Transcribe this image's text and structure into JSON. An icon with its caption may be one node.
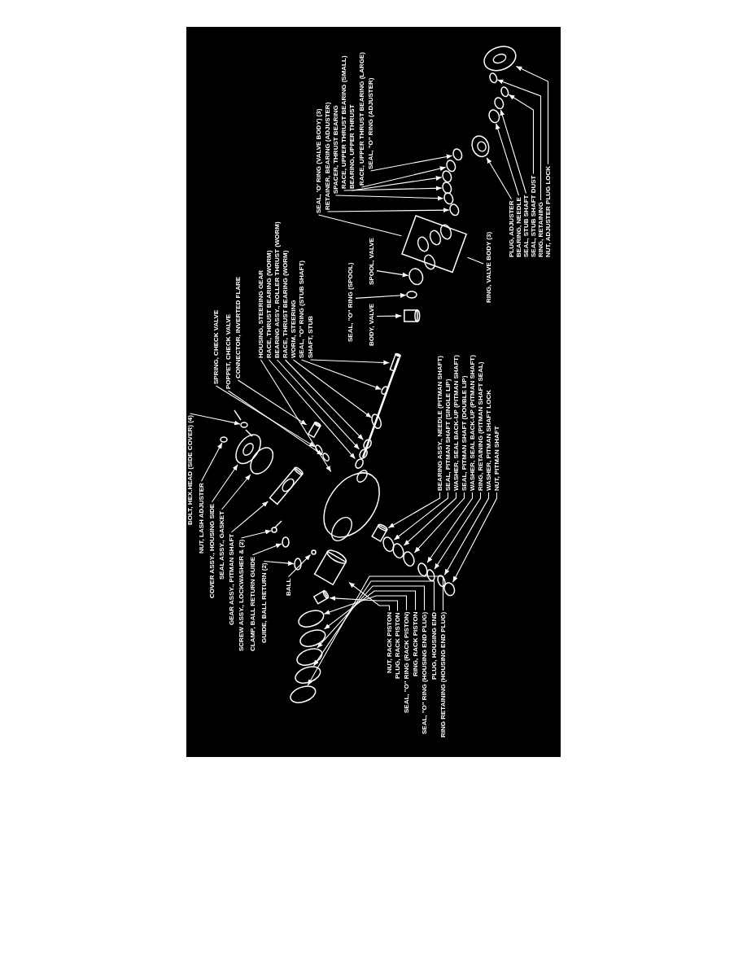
{
  "diagram": {
    "nodes": [
      {
        "text": [
          "BOLT, HEX.HEAD (SIDE COVER) (4)"
        ]
      },
      {
        "text": [
          "NUT, LASH ADJUSTER"
        ]
      },
      {
        "text": [
          "COVER ASSY., HOUSING SIDE"
        ]
      },
      {
        "text": [
          "SEAL ASSY., GASKET"
        ]
      },
      {
        "text": [
          "GEAR ASSY., PITMAN SHAFT"
        ]
      },
      {
        "text": [
          "SCREW ASSY., LOCKWASHER & (2)"
        ]
      },
      {
        "text": [
          "CLAMP, BALL RETURN GUIDE"
        ]
      },
      {
        "text": [
          "GUIDE, BALL RETURN (2)"
        ]
      },
      {
        "text": [
          "BALL"
        ]
      },
      {
        "text": [
          "NUT, RACK PISTON"
        ]
      },
      {
        "text": [
          "PLUG, RACK PISTON"
        ]
      },
      {
        "text": [
          "SEAL, \"O\" RING (RACK PISTON)"
        ]
      },
      {
        "text": [
          "RING, RACK PISTON"
        ]
      },
      {
        "text": [
          "SEAL, \"O\" RING (HOUSING END PLUG)"
        ]
      },
      {
        "text": [
          "PLUG, HOUSING END"
        ]
      },
      {
        "text": [
          "RING RETAINING (HOUSING END PLUG)"
        ]
      },
      {
        "text": [
          "SPRING, CHECK VALVE"
        ]
      },
      {
        "text": [
          "POPPET, CHECK VALVE"
        ]
      },
      {
        "text": [
          "CONNECTOR, INVERTED FLARE"
        ]
      },
      {
        "text": [
          "HOUSING, STEERING GEAR"
        ]
      },
      {
        "text": [
          "RACE, THRUST BEARING (WORM)"
        ]
      },
      {
        "text": [
          "BEARING ASSY., ROLLER THRUST (WORM)"
        ]
      },
      {
        "text": [
          "RACE, THRUST BEARING (WORM)"
        ]
      },
      {
        "text": [
          "WORM, STEERING"
        ]
      },
      {
        "text": [
          "SEAL, \"O\" RING (STUB SHAFT)"
        ]
      },
      {
        "text": [
          "SHAFT, STUB"
        ]
      },
      {
        "text": [
          "SEAL, \"O\" RING (SPOOL)"
        ]
      },
      {
        "text": [
          "BODY, VALVE"
        ]
      },
      {
        "text": [
          "SPOOL, VALVE"
        ]
      },
      {
        "text": [
          "SEAL, 'O' RING (VALVE BODY) (3)"
        ]
      },
      {
        "text": [
          "RETAINER, BEARING (ADJUSTER)"
        ]
      },
      {
        "text": [
          "SPACER, THRUST BEARING"
        ]
      },
      {
        "text": [
          "RACE, UPPER THRUST BEARING (SMALL)"
        ]
      },
      {
        "text": [
          "BEARING, UPPER THRUST"
        ]
      },
      {
        "text": [
          "RACE, UPPER THRUST BEARING (LARGE)"
        ]
      },
      {
        "text": [
          "SEAL, \"O\" RING (ADJUSTER)"
        ]
      },
      {
        "text": [
          "RING, VALVE BODY (3)"
        ]
      },
      {
        "text": [
          "PLUG, ADJUSTER"
        ]
      },
      {
        "text": [
          "BEARING, NEEDLE"
        ]
      },
      {
        "text": [
          "SEAL, STUB SHAFT"
        ]
      },
      {
        "text": [
          "SEAL, STUB SHAFT DUST"
        ]
      },
      {
        "text": [
          "RING, RETAINING"
        ]
      },
      {
        "text": [
          "NUT, ADJUSTER PLUG LOCK"
        ]
      },
      {
        "text": [
          "BEARING ASSY., NEEDLE (PITMAN SHAFT)"
        ]
      },
      {
        "text": [
          "SEAL, PITMAN SHAFT (SINGLE LIP)"
        ]
      },
      {
        "text": [
          "WASHER, SEAL BACK-UP (PITMAN SHAFT)"
        ]
      },
      {
        "text": [
          "SEAL, PITMAN SHAFT (DOUBLE LIP)"
        ]
      },
      {
        "text": [
          "WASHER, SEAL BACK-UP (PITMAN SHAFT)"
        ]
      },
      {
        "text": [
          "RING, RETAINING (PITMAN SHAFT SEAL)"
        ]
      },
      {
        "text": [
          "WASHER, PITMAN SHAFT LOCK"
        ]
      },
      {
        "text": [
          "NUT, PITMAN SHAFT"
        ]
      },
      {
        "text": [],
        "shape": "ellipse"
      },
      {
        "text": [],
        "shape": "ellipse"
      },
      {
        "text": [],
        "shape": "ellipse"
      },
      {
        "text": [],
        "shape": "ellipse"
      },
      {
        "text": [],
        "shape": "cylinder"
      },
      {
        "text": [],
        "shape": "circle"
      },
      {
        "text": [],
        "shape": "ellipse"
      },
      {
        "text": [],
        "shape": "ellipse"
      },
      {
        "text": [],
        "shape": "circle"
      },
      {
        "text": [],
        "shape": "cylinder"
      },
      {
        "text": [],
        "shape": "cylinder"
      },
      {
        "text": [],
        "shape": "ellipse"
      },
      {
        "text": [],
        "shape": "ellipse"
      },
      {
        "text": [],
        "shape": "ellipse"
      },
      {
        "text": [],
        "shape": "ellipse"
      },
      {
        "text": [],
        "shape": "ellipse"
      },
      {
        "text": [],
        "shape": "ellipse"
      },
      {
        "text": [],
        "shape": "ellipse"
      },
      {
        "text": [],
        "shape": "cylinder"
      },
      {
        "text": [],
        "shape": "ellipse"
      },
      {
        "text": [],
        "shape": "ellipse"
      },
      {
        "text": [],
        "shape": "ellipse"
      },
      {
        "text": [],
        "shape": "ellipse"
      },
      {
        "text": [],
        "shape": "ellipse"
      },
      {
        "text": [],
        "shape": "ellipse"
      },
      {
        "text": [],
        "shape": "cylinder"
      },
      {
        "text": [],
        "shape": "ellipse"
      },
      {
        "text": [],
        "shape": "cylinder"
      },
      {
        "text": [],
        "shape": "ellipse"
      },
      {
        "text": [],
        "shape": "box"
      },
      {
        "text": [],
        "shape": "ellipse"
      },
      {
        "text": [],
        "shape": "ellipse"
      },
      {
        "text": [],
        "shape": "ellipse"
      },
      {
        "text": [],
        "shape": "ellipse"
      },
      {
        "text": [],
        "shape": "ellipse"
      },
      {
        "text": [],
        "shape": "ellipse"
      },
      {
        "text": [],
        "shape": "ellipse"
      },
      {
        "text": [],
        "shape": "ellipse"
      },
      {
        "text": [],
        "shape": "ellipse"
      },
      {
        "text": [],
        "shape": "ellipse"
      },
      {
        "text": [],
        "shape": "ellipse"
      },
      {
        "text": [],
        "shape": "ellipse"
      },
      {
        "text": [],
        "shape": "cylinder"
      },
      {
        "text": [],
        "shape": "ellipse"
      },
      {
        "text": [],
        "shape": "ellipse"
      },
      {
        "text": [],
        "shape": "ellipse"
      },
      {
        "text": [],
        "shape": "ellipse"
      },
      {
        "text": [],
        "shape": "ellipse"
      },
      {
        "text": [],
        "shape": "ellipse"
      },
      {
        "text": [],
        "shape": "ellipse"
      }
    ],
    "edges": [
      {
        "from": 0,
        "to": 51,
        "arrow": "to"
      },
      {
        "from": 1,
        "to": 52,
        "arrow": "to"
      },
      {
        "from": 2,
        "to": 53,
        "arrow": "to"
      },
      {
        "from": 3,
        "to": 54,
        "arrow": "to"
      },
      {
        "from": 4,
        "to": 55,
        "arrow": "to"
      },
      {
        "from": 5,
        "to": 56,
        "arrow": "to"
      },
      {
        "from": 6,
        "to": 57,
        "arrow": "to"
      },
      {
        "from": 7,
        "to": 58,
        "arrow": "to"
      },
      {
        "from": 8,
        "to": 59,
        "arrow": "to"
      },
      {
        "from": 9,
        "to": 60,
        "arrow": "to"
      },
      {
        "from": 10,
        "to": 61,
        "arrow": "to"
      },
      {
        "from": 11,
        "to": 62,
        "arrow": "to"
      },
      {
        "from": 12,
        "to": 63,
        "arrow": "to"
      },
      {
        "from": 13,
        "to": 64,
        "arrow": "to"
      },
      {
        "from": 14,
        "to": 65,
        "arrow": "to"
      },
      {
        "from": 15,
        "to": 66,
        "arrow": "to"
      },
      {
        "from": 16,
        "to": 67,
        "arrow": "to"
      },
      {
        "from": 17,
        "to": 68,
        "arrow": "to"
      },
      {
        "from": 18,
        "to": 69,
        "arrow": "to"
      },
      {
        "from": 19,
        "to": 70,
        "arrow": "to"
      },
      {
        "from": 20,
        "to": 71,
        "arrow": "to"
      },
      {
        "from": 21,
        "to": 72,
        "arrow": "to"
      },
      {
        "from": 22,
        "to": 73,
        "arrow": "to"
      },
      {
        "from": 23,
        "to": 74,
        "arrow": "to"
      },
      {
        "from": 24,
        "to": 75,
        "arrow": "to"
      },
      {
        "from": 25,
        "to": 76,
        "arrow": "to"
      },
      {
        "from": 26,
        "to": 77,
        "arrow": "to"
      },
      {
        "from": 27,
        "to": 78,
        "arrow": "to"
      },
      {
        "from": 28,
        "to": 79,
        "arrow": "to"
      },
      {
        "from": 29,
        "to": 80,
        "arrow": "none"
      },
      {
        "from": 30,
        "to": 81,
        "arrow": "to"
      },
      {
        "from": 31,
        "to": 82,
        "arrow": "to"
      },
      {
        "from": 32,
        "to": 83,
        "arrow": "to"
      },
      {
        "from": 33,
        "to": 84,
        "arrow": "to"
      },
      {
        "from": 34,
        "to": 85,
        "arrow": "to"
      },
      {
        "from": 35,
        "to": 86,
        "arrow": "to"
      },
      {
        "from": 36,
        "to": 80,
        "arrow": "none"
      },
      {
        "from": 37,
        "to": 87,
        "arrow": "to"
      },
      {
        "from": 38,
        "to": 88,
        "arrow": "to"
      },
      {
        "from": 39,
        "to": 89,
        "arrow": "to"
      },
      {
        "from": 40,
        "to": 90,
        "arrow": "to"
      },
      {
        "from": 41,
        "to": 91,
        "arrow": "to"
      },
      {
        "from": 42,
        "to": 92,
        "arrow": "to"
      },
      {
        "from": 43,
        "to": 93,
        "arrow": "to"
      },
      {
        "from": 44,
        "to": 94,
        "arrow": "to"
      },
      {
        "from": 45,
        "to": 95,
        "arrow": "to"
      },
      {
        "from": 46,
        "to": 96,
        "arrow": "to"
      },
      {
        "from": 47,
        "to": 97,
        "arrow": "to"
      },
      {
        "from": 48,
        "to": 98,
        "arrow": "to"
      },
      {
        "from": 49,
        "to": 99,
        "arrow": "to"
      },
      {
        "from": 50,
        "to": 100,
        "arrow": "to"
      }
    ]
  }
}
